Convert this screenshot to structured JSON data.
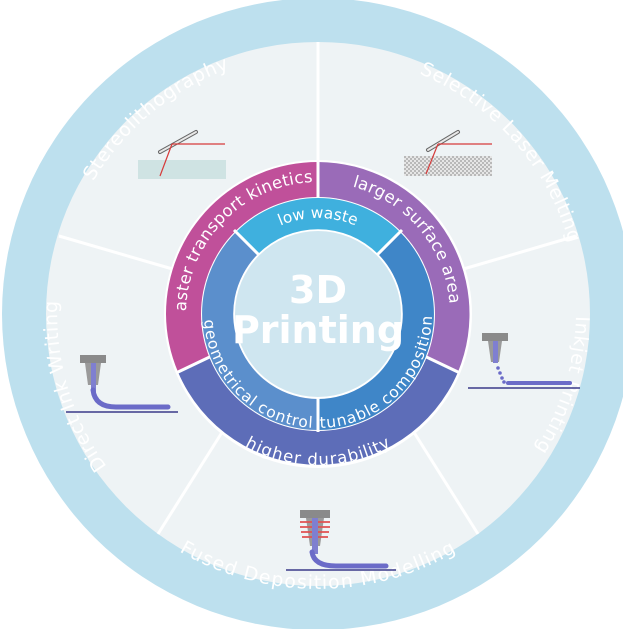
{
  "center": {
    "title_line1": "3D",
    "title_line2": "Printing"
  },
  "methods": [
    {
      "label": "Stereolithography"
    },
    {
      "label": "Selective Laser Melting"
    },
    {
      "label": "Inkjet Printing"
    },
    {
      "label": "Fused Deposition Modelling"
    },
    {
      "label": "Direct Ink Writing"
    }
  ],
  "benefits_outer": [
    {
      "label": "faster transport kinetics"
    },
    {
      "label": "larger surface area"
    },
    {
      "label": "higher durability"
    }
  ],
  "benefits_inner": [
    {
      "label": "low waste"
    },
    {
      "label": "geometrical control"
    },
    {
      "label": "tunable composition"
    }
  ],
  "colors": {
    "outer_ring": "#bde0ee",
    "sector_fill": "#eef3f5",
    "center_disc": "#cfe6f0",
    "magenta": "#c0509a",
    "purple": "#9a6bb8",
    "indigo": "#5d6db8",
    "inner_cyan": "#3fb0de",
    "inner_blue": "#3f86c8",
    "inner_steel": "#5b8fcc"
  },
  "icons": [
    "stereolithography-icon",
    "laser-melting-icon",
    "inkjet-icon",
    "fdm-icon",
    "direct-ink-writing-icon"
  ]
}
